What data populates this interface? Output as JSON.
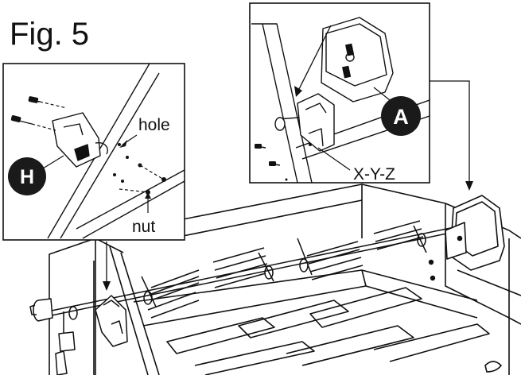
{
  "figure": {
    "title": "Fig. 5",
    "callouts": {
      "h_badge": "H",
      "a_badge": "A",
      "hole": "hole",
      "nut": "nut",
      "xyz": "X-Y-Z"
    }
  },
  "colors": {
    "line": "#111111",
    "badge_fill": "#1a1a1a",
    "badge_text": "#ffffff",
    "background": "#ffffff"
  }
}
